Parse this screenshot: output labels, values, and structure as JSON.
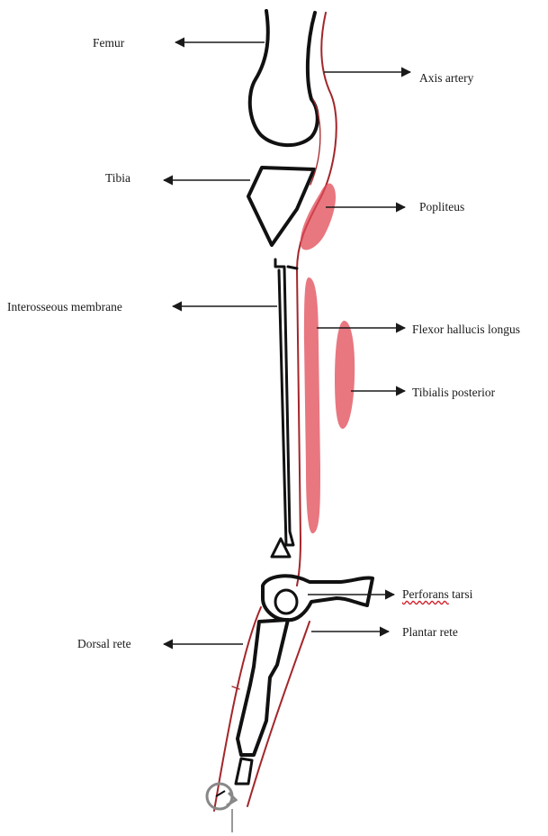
{
  "labels": {
    "femur": "Femur",
    "axis_artery": "Axis artery",
    "tibia": "Tibia",
    "popliteus": "Popliteus",
    "interosseous_membrane": "Interosseous membrane",
    "flexor_hallucis_longus": "Flexor hallucis longus",
    "tibialis_posterior": "Tibialis posterior",
    "perforans_tarsi_word1": "Perforans",
    "perforans_tarsi_word2": "tarsi",
    "plantar_rete": "Plantar rete",
    "dorsal_rete": "Dorsal rete"
  },
  "colors": {
    "bone_outline": "#111111",
    "artery": "#a3262a",
    "muscle": "#e04a55",
    "spellcheck_underline": "#d0202a"
  },
  "icons": [
    "rotate-icon"
  ]
}
